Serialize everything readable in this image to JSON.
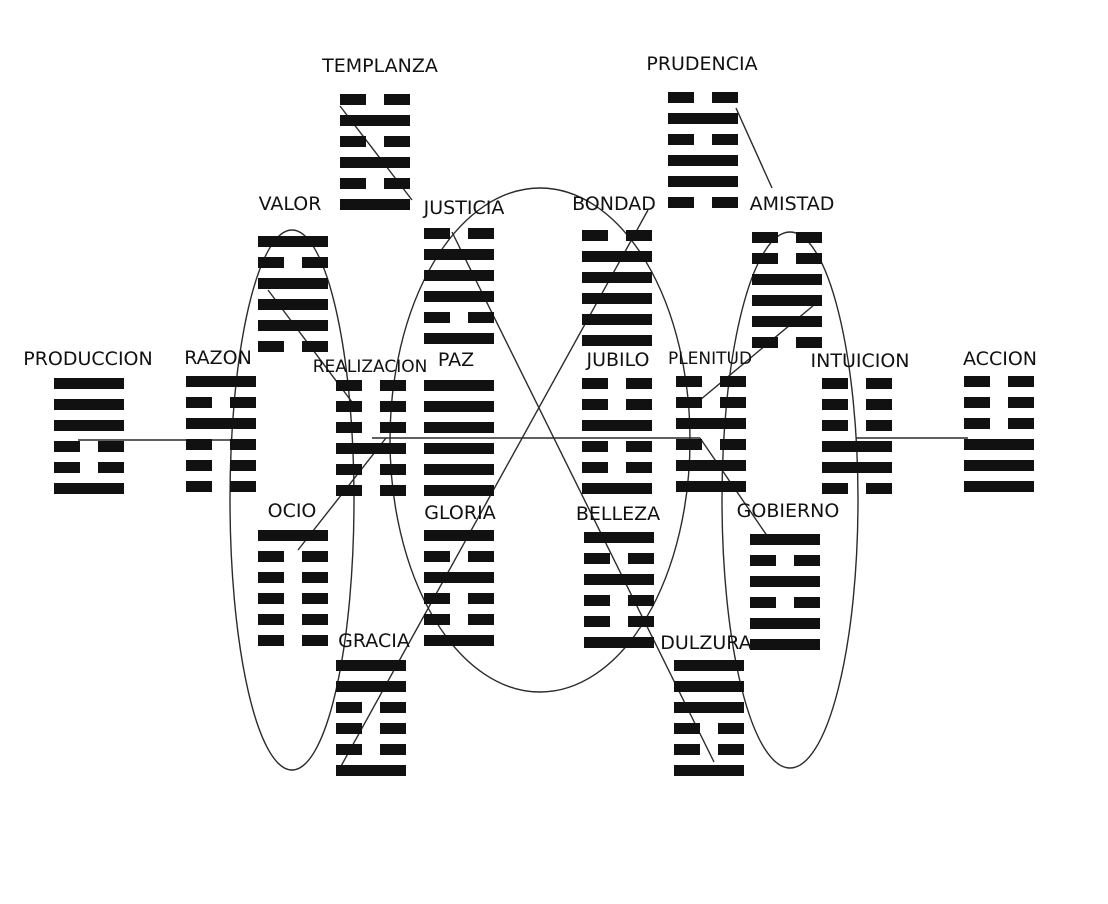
{
  "colors": {
    "line": "#111111",
    "connector": "#2b2b2b",
    "background": "#ffffff"
  },
  "hexagrams": [
    {
      "id": "templanza",
      "label": "TEMPLANZA",
      "lines": "010101"
    },
    {
      "id": "prudencia",
      "label": "PRUDENCIA",
      "lines": "010110"
    },
    {
      "id": "valor",
      "label": "VALOR",
      "lines": "101110"
    },
    {
      "id": "justicia",
      "label": "JUSTICIA",
      "lines": "011101"
    },
    {
      "id": "bondad",
      "label": "BONDAD",
      "lines": "011111"
    },
    {
      "id": "amistad",
      "label": "AMISTAD",
      "lines": "001110"
    },
    {
      "id": "produccion",
      "label": "PRODUCCION",
      "lines": "111001"
    },
    {
      "id": "razon",
      "label": "RAZON",
      "lines": "101000"
    },
    {
      "id": "realizacion",
      "label": "REALIZACION",
      "lines": "000100"
    },
    {
      "id": "paz",
      "label": "PAZ",
      "lines": "111111"
    },
    {
      "id": "jubilo",
      "label": "JUBILO",
      "lines": "001001"
    },
    {
      "id": "plenitud",
      "label": "PLENITUD",
      "lines": "001011"
    },
    {
      "id": "intuicion",
      "label": "INTUICION",
      "lines": "000110"
    },
    {
      "id": "accion",
      "label": "ACCION",
      "lines": "000111"
    },
    {
      "id": "ocio",
      "label": "OCIO",
      "lines": "100000"
    },
    {
      "id": "gloria",
      "label": "GLORIA",
      "lines": "101001"
    },
    {
      "id": "belleza",
      "label": "BELLEZA",
      "lines": "101001"
    },
    {
      "id": "gobierno",
      "label": "GOBIERNO",
      "lines": "101011"
    },
    {
      "id": "gracia",
      "label": "GRACIA",
      "lines": "110001"
    },
    {
      "id": "dulzura",
      "label": "DULZURA",
      "lines": "111001"
    }
  ]
}
